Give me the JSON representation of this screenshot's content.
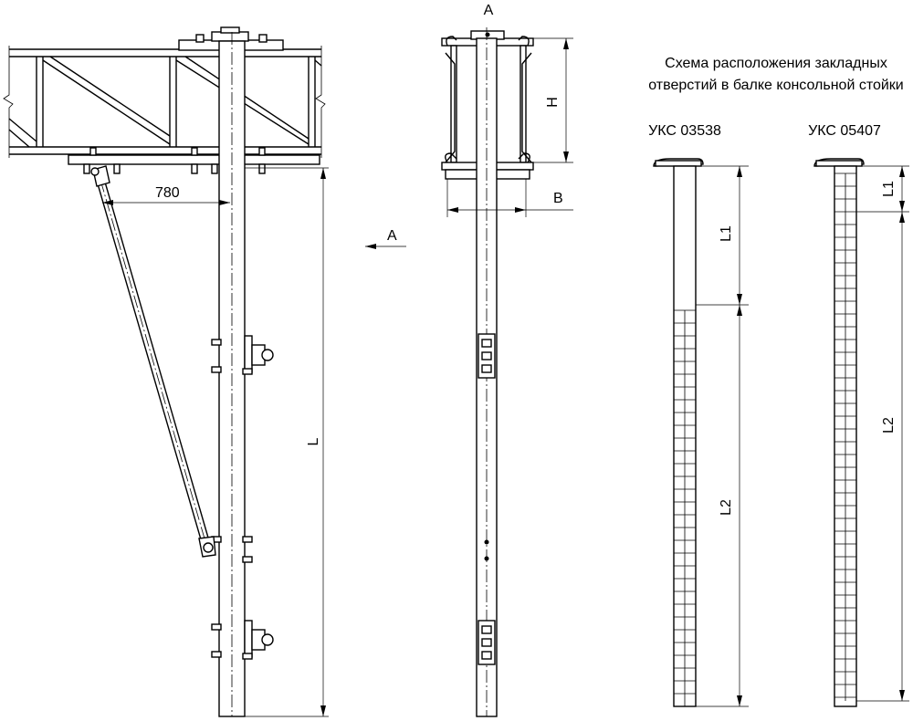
{
  "dimensions": {
    "width_780": "780",
    "length_L": "L",
    "height_H": "H",
    "width_B": "B",
    "view_a_top": "A",
    "view_a_arrow": "A",
    "l1_a": "L1",
    "l2_a": "L2",
    "l1_b": "L1",
    "l2_b": "L2"
  },
  "schema": {
    "title_line1": "Схема расположения закладных",
    "title_line2": "отверстий в балке консольной стойки",
    "col1_label": "УКС 03538",
    "col2_label": "УКС 05407"
  },
  "colors": {
    "line": "#000000",
    "background": "#ffffff"
  }
}
